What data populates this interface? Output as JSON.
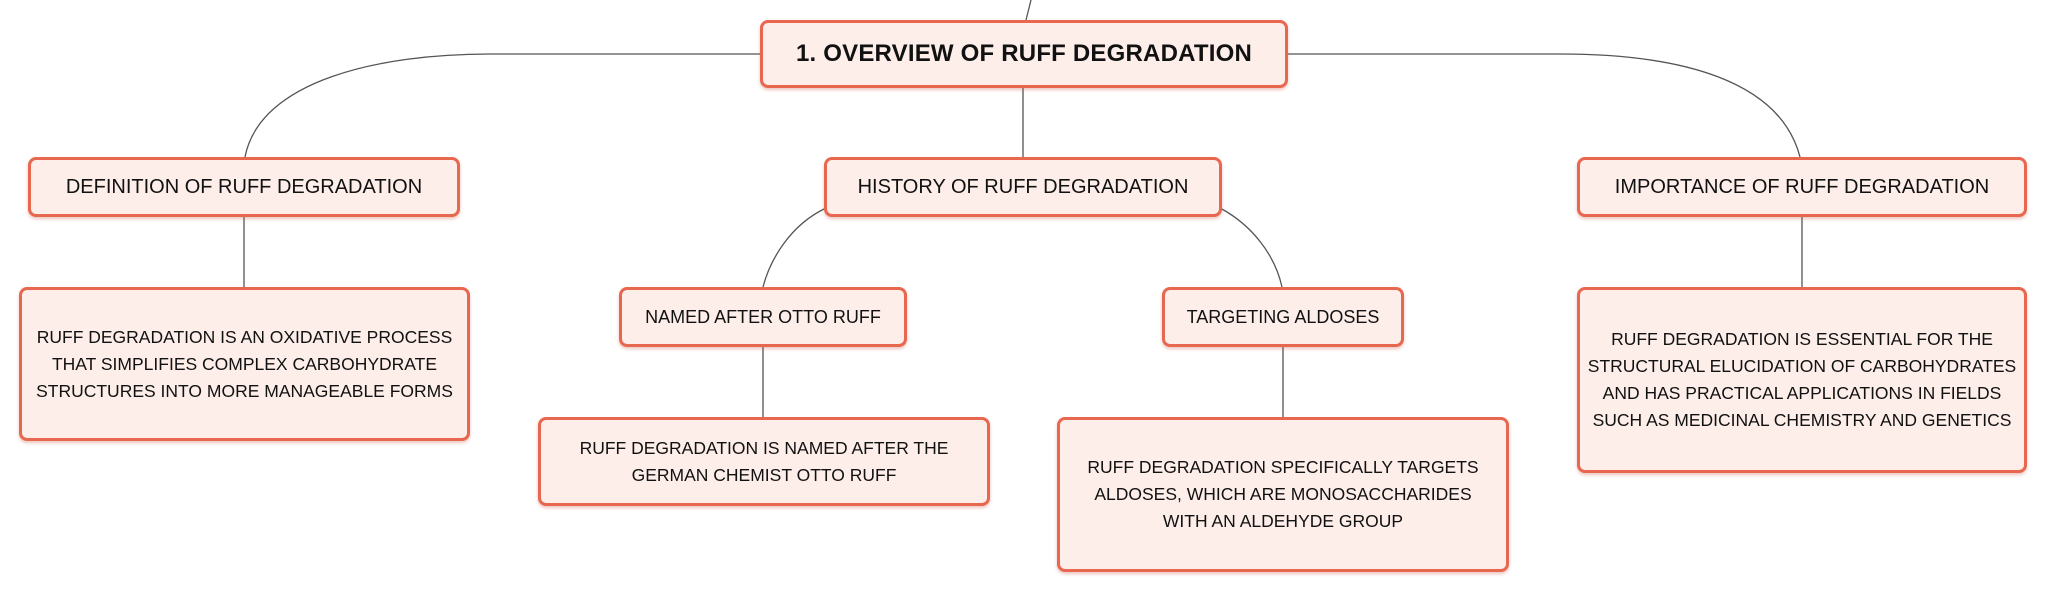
{
  "mindmap": {
    "root": {
      "label": "1. OVERVIEW OF RUFF DEGRADATION"
    },
    "branches": [
      {
        "label": "DEFINITION OF RUFF DEGRADATION",
        "detail": "RUFF DEGRADATION IS AN OXIDATIVE PROCESS THAT SIMPLIFIES COMPLEX CARBOHYDRATE STRUCTURES INTO MORE MANAGEABLE FORMS"
      },
      {
        "label": "HISTORY OF RUFF DEGRADATION",
        "children": [
          {
            "label": "NAMED AFTER OTTO RUFF",
            "detail": "RUFF DEGRADATION IS NAMED AFTER THE GERMAN CHEMIST OTTO RUFF"
          },
          {
            "label": "TARGETING ALDOSES",
            "detail": "RUFF DEGRADATION SPECIFICALLY TARGETS ALDOSES, WHICH ARE MONOSACCHARIDES WITH AN ALDEHYDE GROUP"
          }
        ]
      },
      {
        "label": "IMPORTANCE OF RUFF DEGRADATION",
        "detail": "RUFF DEGRADATION IS ESSENTIAL FOR THE STRUCTURAL ELUCIDATION OF CARBOHYDRATES AND HAS PRACTICAL APPLICATIONS IN FIELDS SUCH AS MEDICINAL CHEMISTRY AND GENETICS"
      }
    ]
  },
  "colors": {
    "node_border": "#e8674f",
    "node_fill": "#fdeeea",
    "connector": "#555555",
    "text": "#111111"
  }
}
